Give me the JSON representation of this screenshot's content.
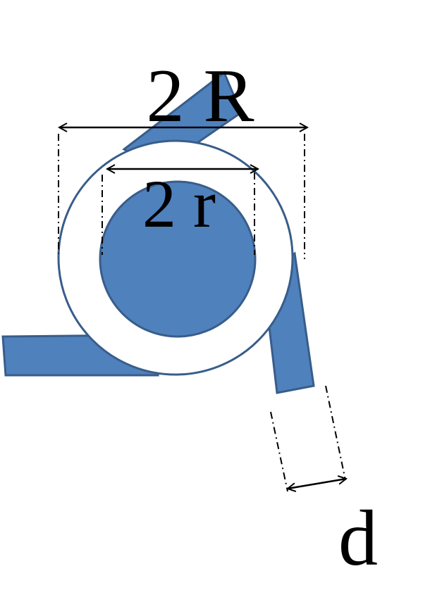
{
  "diagram": {
    "labels": {
      "outer_diameter": "2 R",
      "inner_diameter": "2 r",
      "arm_width": "d"
    },
    "colors": {
      "fill_blue": "#4f81bd",
      "stroke_blue": "#385d8a",
      "ring_fill": "#ffffff",
      "line": "#000000"
    }
  }
}
